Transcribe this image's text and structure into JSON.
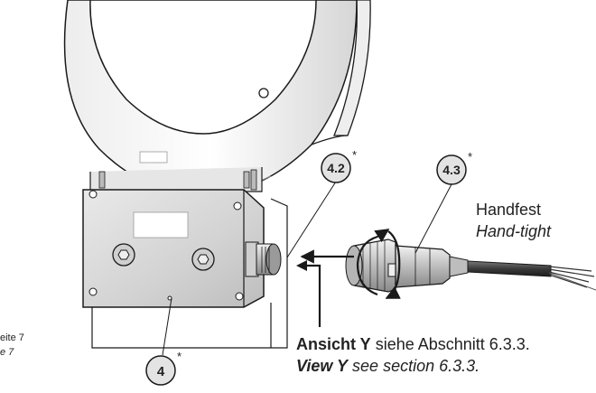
{
  "callouts": {
    "c4": {
      "num": "4",
      "star": "*"
    },
    "c42": {
      "num": "4.2",
      "star": "*"
    },
    "c43": {
      "num": "4.3",
      "star": "*"
    }
  },
  "instruction": {
    "de": "Handfest",
    "en": "Hand-tight"
  },
  "view": {
    "de_bold": "Ansicht Y",
    "de_rest": " siehe Abschnitt 6.3.3.",
    "en_bold": "View Y",
    "en_rest": " see section 6.3.3."
  },
  "footnote": {
    "line1": "eite 7",
    "line2": "e 7"
  },
  "colors": {
    "line": "#1a1a1a",
    "callout_fill": "#e3e3e3",
    "metal": "#d9d9d9",
    "metal_dark": "#a8a8a8"
  }
}
